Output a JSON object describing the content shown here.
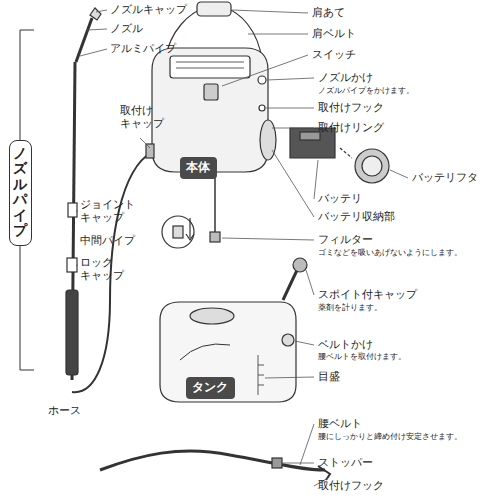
{
  "diagram": {
    "nodes": [
      {
        "text": [
          "ノズルパイプ"
        ]
      },
      {
        "text": [
          "本体"
        ]
      },
      {
        "text": [
          "タンク"
        ]
      }
    ],
    "labels": [
      "ノズルキャップ",
      "ノズル",
      "アルミパイプ",
      "取付け キャップ",
      "ジョイント キャップ",
      "中間パイプ",
      "ロック キャップ",
      "ホース",
      "肩あて",
      "肩ベルト",
      "スイッチ",
      "ノズルかけ",
      "ノズルパイプをかけます。",
      "取付けフック",
      "取付けリング",
      "バッテリフタ",
      "バッテリ",
      "バッテリ収納部",
      "フィルター",
      "ゴミなどを吸いあげないようにします。",
      "スポイト付キャップ",
      "薬剤を計ります。",
      "ベルトかけ",
      "腰ベルトを取付けます。",
      "目盛",
      "腰ベルト",
      "腰にしっかりと締め付け安定させます。",
      "ストッパー",
      "取付けフック"
    ]
  }
}
